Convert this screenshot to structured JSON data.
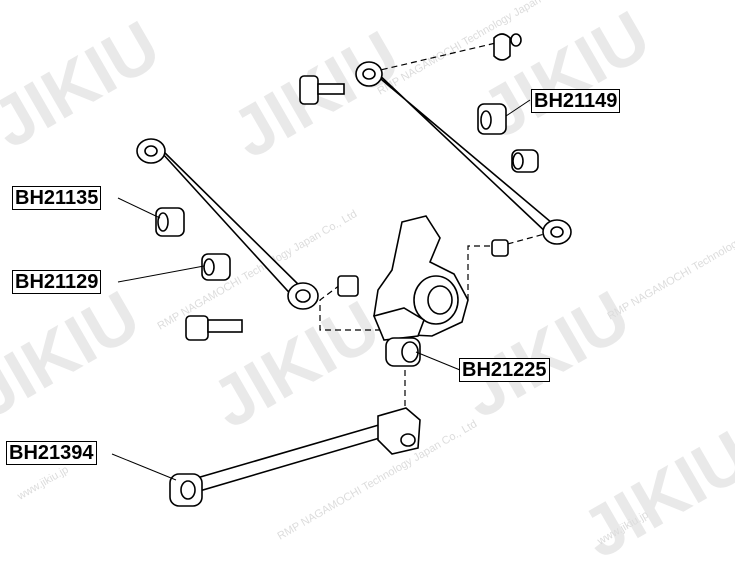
{
  "watermark": {
    "brand": "JIKIU",
    "company": "RMP NAGAMOCHI Technology Japan Co., Ltd",
    "website": "www.jikiu.jp"
  },
  "callouts": [
    {
      "id": "bh21149",
      "text": "BH21149"
    },
    {
      "id": "bh21135",
      "text": "BH21135"
    },
    {
      "id": "bh21129",
      "text": "BH21129"
    },
    {
      "id": "bh21225",
      "text": "BH21225"
    },
    {
      "id": "bh21394",
      "text": "BH21394"
    }
  ]
}
